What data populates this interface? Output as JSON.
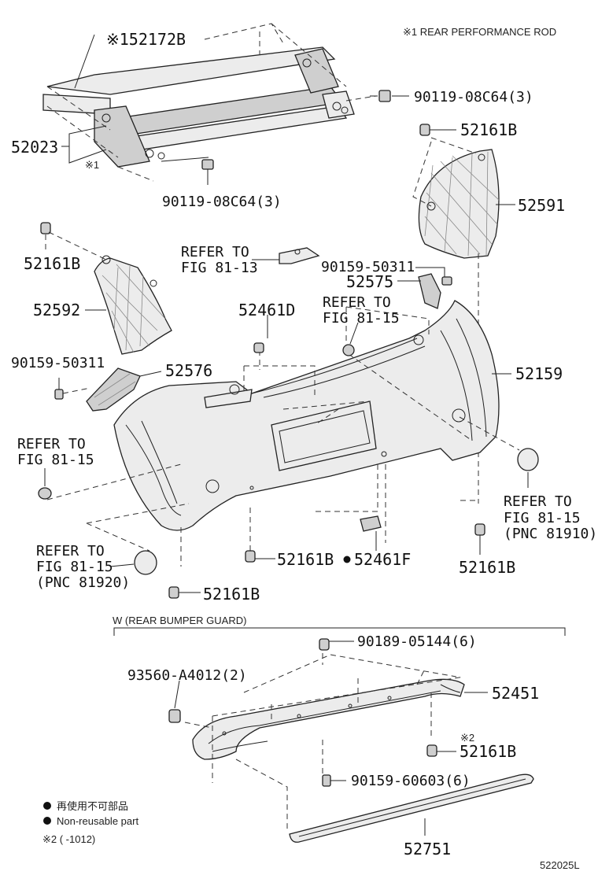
{
  "labels": {
    "perf_rod_note": "※1 REAR PERFORMANCE ROD",
    "p52172b": "※152172B",
    "p52023": "52023",
    "mark1": "※1",
    "p90119_a": "90119-08C64(3)",
    "p90119_b": "90119-08C64(3)",
    "p52161b_tr": "52161B",
    "p52591": "52591",
    "p52161b_l": "52161B",
    "refer_81_13_a": "REFER TO",
    "refer_81_13_b": "FIG 81-13",
    "p90159_50311_r": "90159-50311",
    "p52575": "52575",
    "p52592": "52592",
    "p52461d": "52461D",
    "refer_81_15_a": "REFER TO",
    "refer_81_15_b": "FIG 81-15",
    "p90159_50311_l": "90159-50311",
    "p52576": "52576",
    "p52159": "52159",
    "refer_l_a": "REFER TO",
    "refer_l_b": "FIG 81-15",
    "refer_r_a": "REFER TO",
    "refer_r_b": "FIG 81-15",
    "refer_r_c": "(PNC 81910)",
    "refer_bl_a": "REFER TO",
    "refer_bl_b": "FIG 81-15",
    "refer_bl_c": "(PNC 81920)",
    "p52161b_bc": "52161B",
    "p52461f": "52461F",
    "p52161b_br": "52161B",
    "p52161b_bl": "52161B",
    "guard_title": "W (REAR BUMPER GUARD)",
    "p90189": "90189-05144(6)",
    "p93560": "93560-A4012(2)",
    "p52451": "52451",
    "mark2": "※2",
    "p52161b_g": "52161B",
    "p90159_60603": "90159-60603(6)",
    "p52751": "52751",
    "legend_jp": "再使用不可部品",
    "legend_en": "Non-reusable part",
    "legend_mark2": "※2 (       -1012)",
    "drawing_no": "522025L"
  }
}
